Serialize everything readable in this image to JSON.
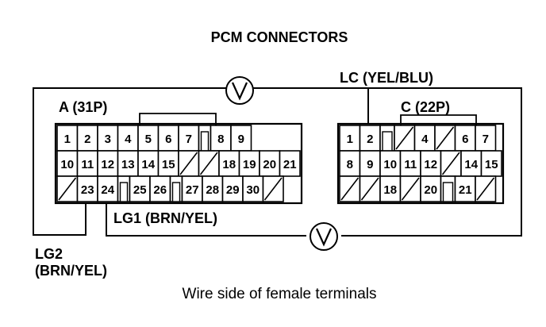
{
  "title": "PCM CONNECTORS",
  "caption": "Wire side of female terminals",
  "labels": {
    "lc": "LC (YEL/BLU)",
    "lg1": "LG1 (BRN/YEL)",
    "lg2_line1": "LG2",
    "lg2_line2": "(BRN/YEL)"
  },
  "meter_symbol": "V",
  "connectors": [
    {
      "name": "A (31P)",
      "rows": [
        [
          "1",
          "2",
          "3",
          "4",
          "5",
          "6",
          "7",
          "",
          "8",
          "9"
        ],
        [
          "10",
          "11",
          "12",
          "13",
          "14",
          "15",
          "/",
          "/",
          "18",
          "19",
          "20",
          "21"
        ],
        [
          "/",
          "23",
          "24",
          "",
          "25",
          "26",
          "",
          "27",
          "28",
          "29",
          "30",
          "/"
        ]
      ]
    },
    {
      "name": "C (22P)",
      "rows": [
        [
          "1",
          "2",
          "",
          "/",
          "4",
          "/",
          "6",
          "7"
        ],
        [
          "8",
          "9",
          "10",
          "11",
          "12",
          "/",
          "14",
          "15"
        ],
        [
          "/",
          "/",
          "18",
          "/",
          "20",
          "",
          "21",
          "/"
        ]
      ]
    }
  ]
}
